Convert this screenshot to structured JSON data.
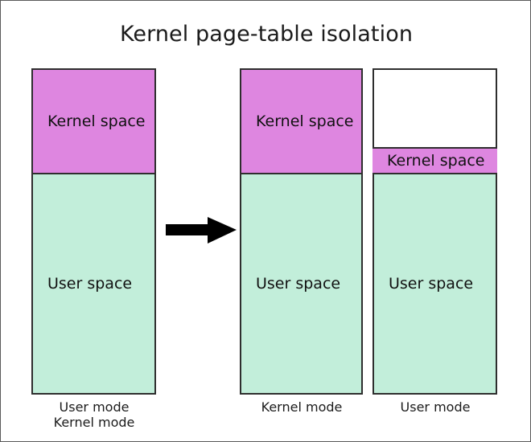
{
  "title": "Kernel page-table isolation",
  "colors": {
    "kernel_space": "#de86e0",
    "user_space": "#c2eeda",
    "empty_space": "#ffffff",
    "outline": "#2e2e2e",
    "text": "#111111"
  },
  "labels": {
    "kernel_space": "Kernel space",
    "user_space": "User space"
  },
  "columns": [
    {
      "id": "before",
      "segments": [
        {
          "type": "kernel",
          "label": "Kernel space"
        },
        {
          "type": "user",
          "label": "User space"
        }
      ],
      "caption_lines": [
        "User mode",
        "Kernel mode"
      ]
    },
    {
      "id": "after-kernel-mode",
      "segments": [
        {
          "type": "kernel",
          "label": "Kernel space"
        },
        {
          "type": "user",
          "label": "User space"
        }
      ],
      "caption_lines": [
        "Kernel mode"
      ]
    },
    {
      "id": "after-user-mode",
      "segments": [
        {
          "type": "empty",
          "label": ""
        },
        {
          "type": "kernel",
          "label": "Kernel space"
        },
        {
          "type": "user",
          "label": "User space"
        }
      ],
      "caption_lines": [
        "User mode"
      ]
    }
  ],
  "arrow": {
    "direction": "right",
    "name": "transformation-arrow"
  }
}
